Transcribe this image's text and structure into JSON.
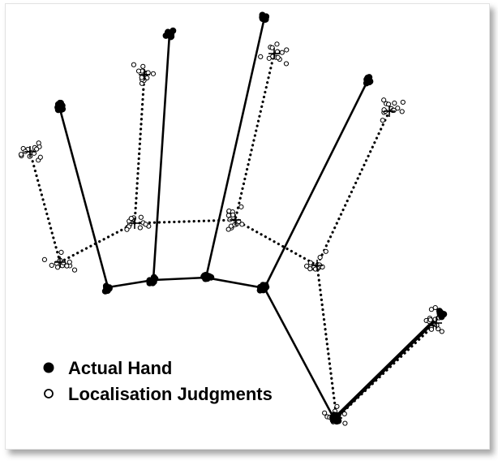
{
  "legend": {
    "actual_label": "Actual Hand",
    "judged_label": "Localisation Judgments"
  },
  "colors": {
    "ink": "#000000",
    "background": "#ffffff"
  },
  "diagram_data": {
    "actual_hand": {
      "landmarks": {
        "thumb_tip": [
          544,
          387
        ],
        "index_tip": [
          454,
          98
        ],
        "middle_tip": [
          326,
          22
        ],
        "ring_tip": [
          209,
          42
        ],
        "little_tip": [
          73,
          131
        ],
        "index_knuckle": [
          326,
          355
        ],
        "middle_knuckle": [
          254,
          342
        ],
        "ring_knuckle": [
          189,
          345
        ],
        "little_knuckle": [
          133,
          354
        ],
        "wrist": [
          412,
          516
        ]
      },
      "segments": [
        [
          "little_tip",
          "little_knuckle"
        ],
        [
          "ring_tip",
          "ring_knuckle"
        ],
        [
          "middle_tip",
          "middle_knuckle"
        ],
        [
          "index_tip",
          "index_knuckle"
        ],
        [
          "little_knuckle",
          "ring_knuckle"
        ],
        [
          "ring_knuckle",
          "middle_knuckle"
        ],
        [
          "middle_knuckle",
          "index_knuckle"
        ],
        [
          "index_knuckle",
          "wrist"
        ],
        [
          "wrist",
          "thumb_tip"
        ]
      ]
    },
    "judged_hand": {
      "landmarks": {
        "thumb_tip": [
          538,
          398
        ],
        "index_tip": [
          480,
          137
        ],
        "middle_tip": [
          338,
          66
        ],
        "ring_tip": [
          178,
          92
        ],
        "little_tip": [
          37,
          187
        ],
        "index_knuckle": [
          391,
          327
        ],
        "middle_knuckle": [
          290,
          271
        ],
        "ring_knuckle": [
          166,
          275
        ],
        "little_knuckle": [
          74,
          323
        ],
        "wrist": [
          415,
          515
        ]
      },
      "segments": [
        [
          "little_tip",
          "little_knuckle"
        ],
        [
          "ring_tip",
          "ring_knuckle"
        ],
        [
          "middle_tip",
          "middle_knuckle"
        ],
        [
          "index_tip",
          "index_knuckle"
        ],
        [
          "little_knuckle",
          "ring_knuckle"
        ],
        [
          "ring_knuckle",
          "middle_knuckle"
        ],
        [
          "middle_knuckle",
          "index_knuckle"
        ],
        [
          "index_knuckle",
          "wrist"
        ],
        [
          "wrist",
          "thumb_tip"
        ]
      ]
    }
  }
}
